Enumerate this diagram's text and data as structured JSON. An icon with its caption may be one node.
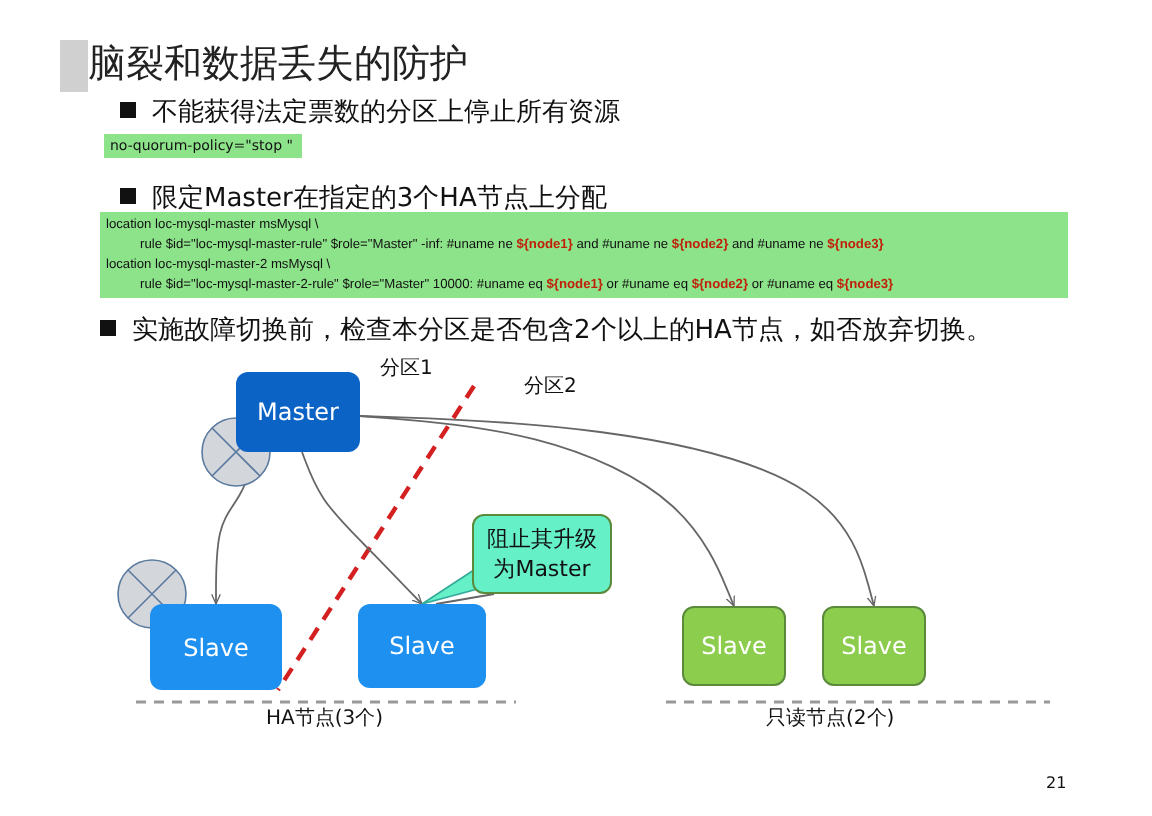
{
  "diagram": {
    "title": "脑裂和数据丢失的防护",
    "nodes": [
      {
        "text": [
          "Master"
        ]
      },
      {
        "text": [
          "Slave"
        ]
      },
      {
        "text": [
          "Slave"
        ]
      },
      {
        "text": [
          "Slave"
        ]
      },
      {
        "text": [
          "Slave"
        ]
      },
      {
        "text": [
          "阻止其升级为Master"
        ]
      }
    ],
    "edges": [
      {
        "from": 0,
        "to": 1,
        "arrow": "to"
      },
      {
        "from": 0,
        "to": 2,
        "arrow": "to"
      },
      {
        "from": 0,
        "to": 3,
        "arrow": "to"
      },
      {
        "from": 0,
        "to": 4,
        "arrow": "to"
      },
      {
        "from": 5,
        "to": 2,
        "arrow": "none"
      }
    ],
    "labels": [
      "不能获得法定票数的分区上停止所有资源",
      "no-quorum-policy=\"stop \"",
      "限定Master在指定的3个HA节点上分配",
      "location loc-mysql-master  msMysql \\",
      "rule $id=\"loc-mysql-master-rule\"  $role=\"Master\" -inf: #uname ne ${node1} and #uname ne ${node2} and #uname ne ${node3}",
      "location loc-mysql-master-2  msMysql \\",
      "rule $id=\"loc-mysql-master-2-rule\"  $role=\"Master\" 10000: #uname eq ${node1} or #uname eq ${node2} or #uname eq ${node3}",
      "实施故障切换前，检查本分区是否包含2个以上的HA节点，如否放弃切换。",
      "分区1",
      "分区2",
      "HA节点(3个)",
      "只读节点(2个)",
      "21"
    ]
  }
}
